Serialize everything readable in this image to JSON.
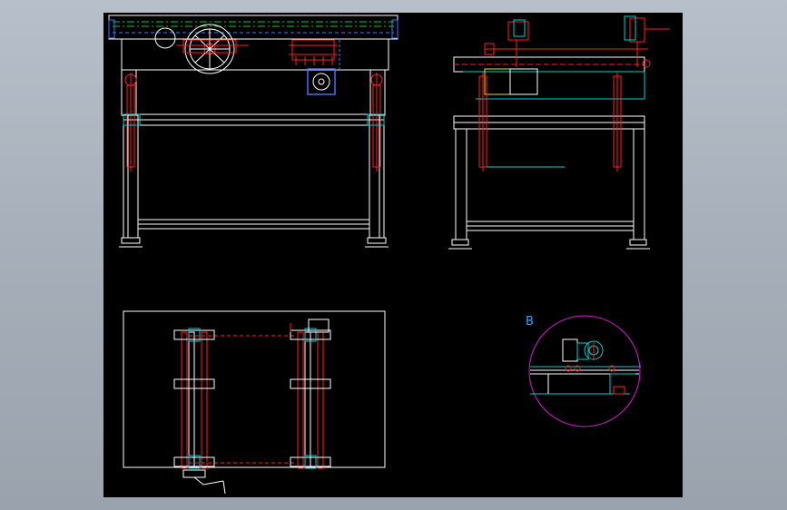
{
  "detail_label": "B",
  "colors": {
    "background": "#000000",
    "frame": "#ffffff",
    "dimension": "#ff2020",
    "centerline": "#00cc33",
    "hidden": "#3a7bff",
    "annotation": "#00d0d0",
    "detail_circle": "#d21ed2",
    "motor": "#4a6bff"
  },
  "views": [
    "front-view",
    "side-view",
    "top-view",
    "detail-view-b"
  ]
}
